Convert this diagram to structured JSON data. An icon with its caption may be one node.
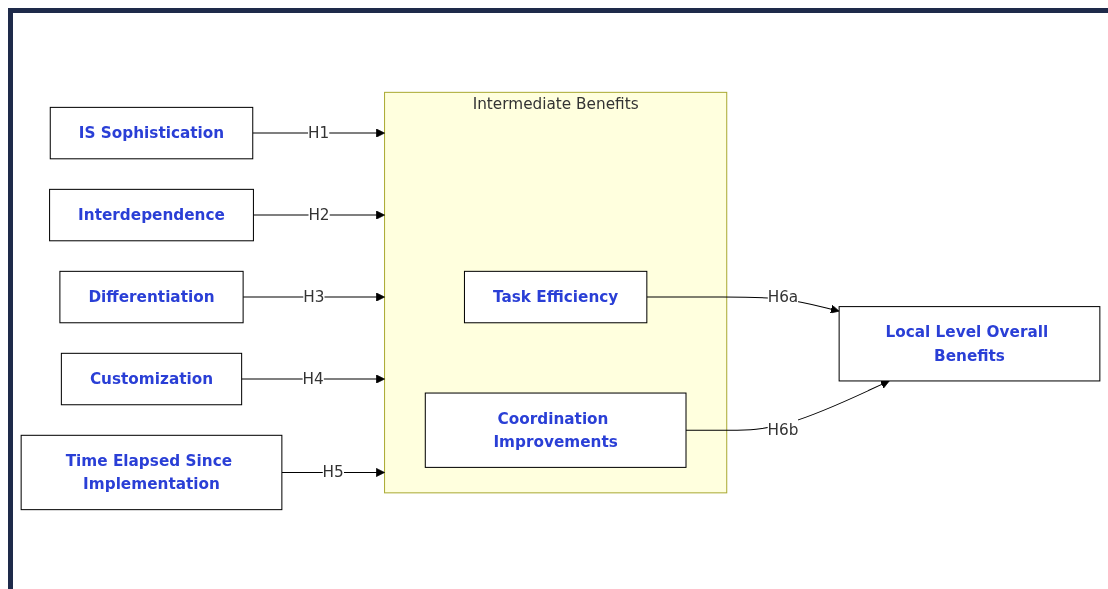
{
  "diagram": {
    "nodes": [
      {
        "text": [
          "Intermediate Benefits"
        ]
      },
      {
        "text": [
          "IS Sophistication"
        ]
      },
      {
        "text": [
          "Interdependence"
        ]
      },
      {
        "text": [
          "Differentiation"
        ]
      },
      {
        "text": [
          "Customization"
        ]
      },
      {
        "text": [
          "Time Elapsed Since Implementation"
        ]
      },
      {
        "text": [
          "Task Efficiency"
        ],
        "in": 0
      },
      {
        "text": [
          "Coordination Improvements"
        ],
        "in": 0
      },
      {
        "text": [
          "Local Level Overall Benefits"
        ]
      }
    ],
    "edges": [
      {
        "from": 1,
        "to": 0,
        "arrow": "to",
        "label": "H1"
      },
      {
        "from": 2,
        "to": 0,
        "arrow": "to",
        "label": "H2"
      },
      {
        "from": 3,
        "to": 0,
        "arrow": "to",
        "label": "H3"
      },
      {
        "from": 4,
        "to": 0,
        "arrow": "to",
        "label": "H4"
      },
      {
        "from": 5,
        "to": 0,
        "arrow": "to",
        "label": "H5"
      },
      {
        "from": 6,
        "to": 8,
        "arrow": "to",
        "label": "H6a"
      },
      {
        "from": 7,
        "to": 8,
        "arrow": "to",
        "label": "H6b"
      }
    ]
  }
}
